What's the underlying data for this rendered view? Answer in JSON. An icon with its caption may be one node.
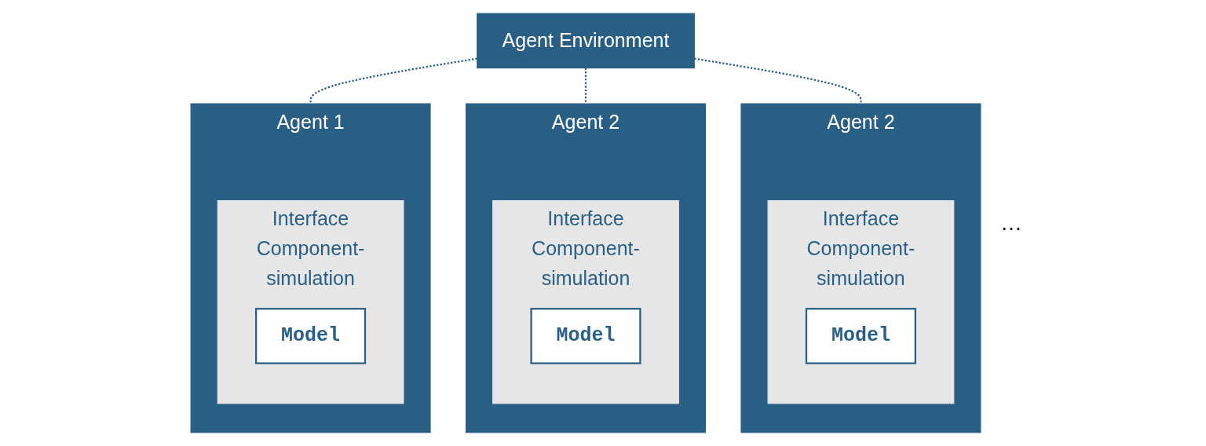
{
  "diagram": {
    "nodes": [
      {
        "text": [
          "Agent Environment"
        ]
      },
      {
        "text": [
          "Agent 1"
        ]
      },
      {
        "text": [
          "Interface",
          "Component-simulation"
        ],
        "in": 1
      },
      {
        "text": [
          "Model"
        ],
        "in": 2
      },
      {
        "text": [
          "Agent 2"
        ]
      },
      {
        "text": [
          "Interface",
          "Component-simulation"
        ],
        "in": 4
      },
      {
        "text": [
          "Model"
        ],
        "in": 5
      },
      {
        "text": [
          "Agent 2"
        ]
      },
      {
        "text": [
          "Interface",
          "Component-simulation"
        ],
        "in": 7
      },
      {
        "text": [
          "Model"
        ],
        "in": 8
      }
    ],
    "edges": [
      {
        "from": 0,
        "to": 1,
        "arrow": "none",
        "style": "dashed"
      },
      {
        "from": 0,
        "to": 4,
        "arrow": "none",
        "style": "dashed"
      },
      {
        "from": 0,
        "to": 7,
        "arrow": "none",
        "style": "dashed"
      }
    ],
    "labels": [
      "…"
    ]
  }
}
